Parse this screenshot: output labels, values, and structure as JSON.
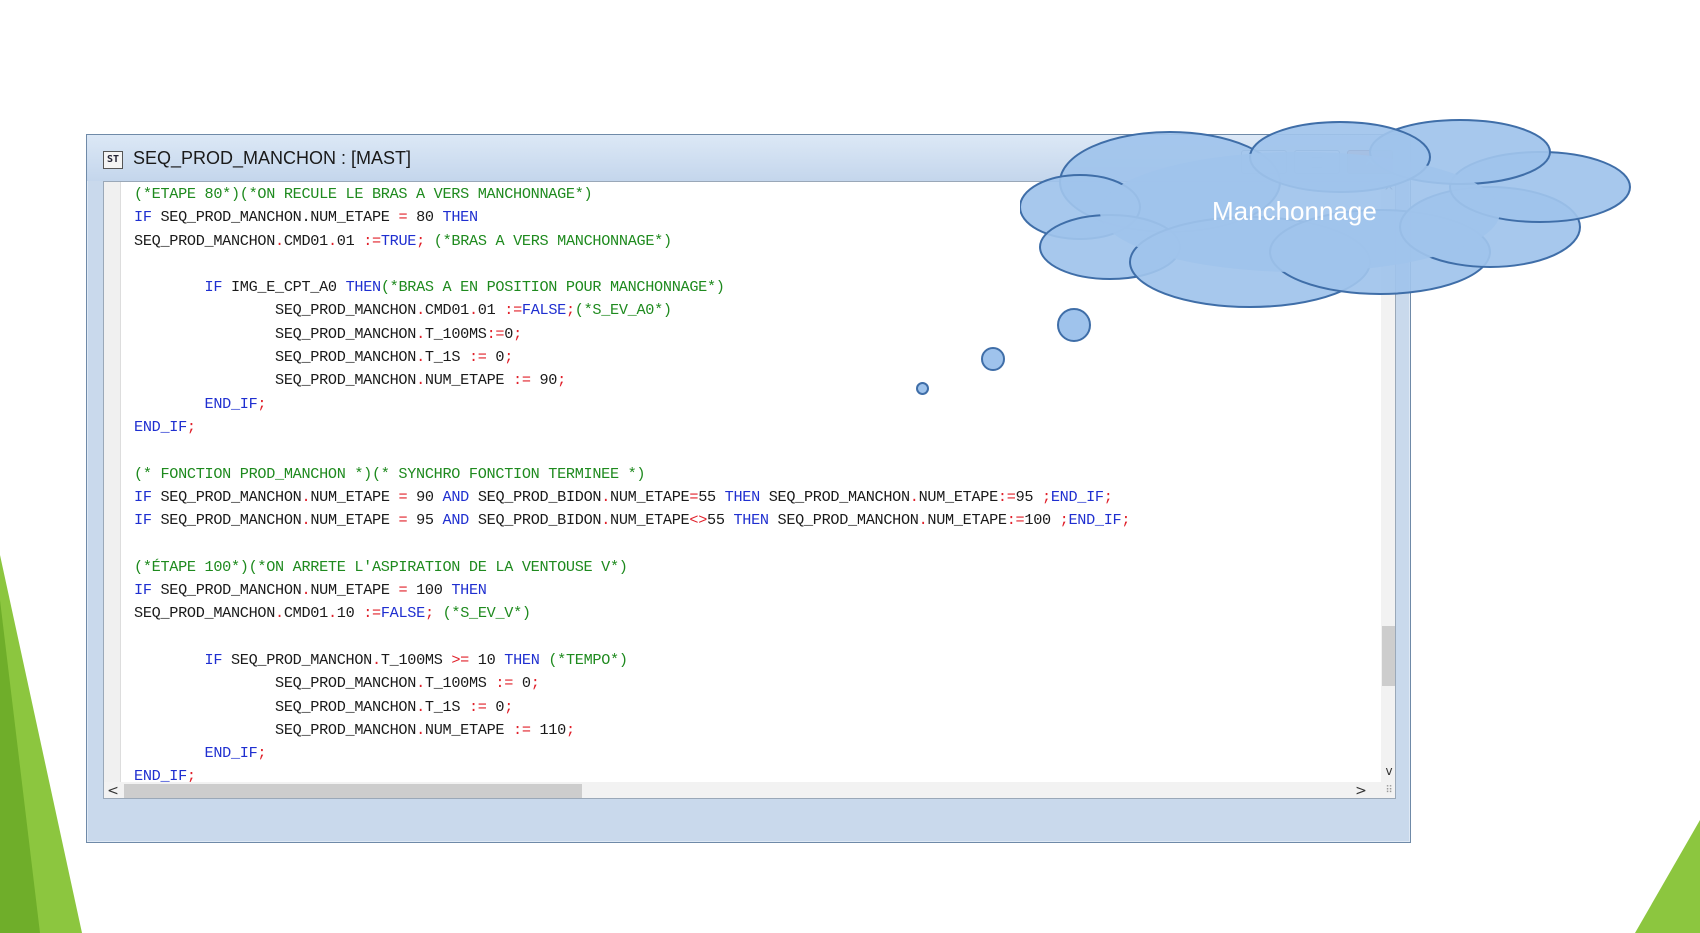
{
  "window": {
    "title": "SEQ_PROD_MANCHON : [MAST]",
    "icon_glyph": "ST",
    "buttons": {
      "minimize": "—",
      "maximize": "□",
      "close": "✕"
    }
  },
  "callout": {
    "label": "Manchonnage"
  },
  "scrollbars": {
    "up": "^",
    "down": "v",
    "left": "<",
    "right": ">",
    "grip": "⠿"
  },
  "colors": {
    "comment": "#1e8a1e",
    "keyword": "#1f2fd0",
    "operator": "#e0202a",
    "cloud": "#9fc3ec",
    "slide_accent": "#8cc63f"
  },
  "code_lines": [
    [
      {
        "t": "c",
        "v": "(*ETAPE 80*)(*ON RECULE LE BRAS A VERS MANCHONNAGE*)"
      }
    ],
    [
      {
        "t": "k",
        "v": "IF"
      },
      {
        "t": "i",
        "v": " SEQ_PROD_MANCHON.NUM_ETAPE "
      },
      {
        "t": "o",
        "v": "="
      },
      {
        "t": "i",
        "v": " 80 "
      },
      {
        "t": "k",
        "v": "THEN"
      }
    ],
    [
      {
        "t": "i",
        "v": "SEQ_PROD_MANCHON"
      },
      {
        "t": "o",
        "v": "."
      },
      {
        "t": "i",
        "v": "CMD01"
      },
      {
        "t": "o",
        "v": "."
      },
      {
        "t": "i",
        "v": "01 "
      },
      {
        "t": "o",
        "v": ":="
      },
      {
        "t": "k",
        "v": "TRUE"
      },
      {
        "t": "o",
        "v": ";"
      },
      {
        "t": "i",
        "v": " "
      },
      {
        "t": "c",
        "v": "(*BRAS A VERS MANCHONNAGE*)"
      }
    ],
    [],
    [
      {
        "t": "i",
        "v": "        "
      },
      {
        "t": "k",
        "v": "IF"
      },
      {
        "t": "i",
        "v": " IMG_E_CPT_A0 "
      },
      {
        "t": "k",
        "v": "THEN"
      },
      {
        "t": "c",
        "v": "(*BRAS A EN POSITION POUR MANCHONNAGE*)"
      }
    ],
    [
      {
        "t": "i",
        "v": "                SEQ_PROD_MANCHON"
      },
      {
        "t": "o",
        "v": "."
      },
      {
        "t": "i",
        "v": "CMD01"
      },
      {
        "t": "o",
        "v": "."
      },
      {
        "t": "i",
        "v": "01 "
      },
      {
        "t": "o",
        "v": ":="
      },
      {
        "t": "k",
        "v": "FALSE"
      },
      {
        "t": "o",
        "v": ";"
      },
      {
        "t": "c",
        "v": "(*S_EV_A0*)"
      }
    ],
    [
      {
        "t": "i",
        "v": "                SEQ_PROD_MANCHON"
      },
      {
        "t": "o",
        "v": "."
      },
      {
        "t": "i",
        "v": "T_100MS"
      },
      {
        "t": "o",
        "v": ":="
      },
      {
        "t": "i",
        "v": "0"
      },
      {
        "t": "o",
        "v": ";"
      }
    ],
    [
      {
        "t": "i",
        "v": "                SEQ_PROD_MANCHON"
      },
      {
        "t": "o",
        "v": "."
      },
      {
        "t": "i",
        "v": "T_1S "
      },
      {
        "t": "o",
        "v": ":="
      },
      {
        "t": "i",
        "v": " 0"
      },
      {
        "t": "o",
        "v": ";"
      }
    ],
    [
      {
        "t": "i",
        "v": "                SEQ_PROD_MANCHON"
      },
      {
        "t": "o",
        "v": "."
      },
      {
        "t": "i",
        "v": "NUM_ETAPE "
      },
      {
        "t": "o",
        "v": ":="
      },
      {
        "t": "i",
        "v": " 90"
      },
      {
        "t": "o",
        "v": ";"
      }
    ],
    [
      {
        "t": "i",
        "v": "        "
      },
      {
        "t": "k",
        "v": "END_IF"
      },
      {
        "t": "o",
        "v": ";"
      }
    ],
    [
      {
        "t": "k",
        "v": "END_IF"
      },
      {
        "t": "o",
        "v": ";"
      }
    ],
    [],
    [
      {
        "t": "c",
        "v": "(* FONCTION PROD_MANCHON *)(* SYNCHRO FONCTION TERMINEE *)"
      }
    ],
    [
      {
        "t": "k",
        "v": "IF"
      },
      {
        "t": "i",
        "v": " SEQ_PROD_MANCHON"
      },
      {
        "t": "o",
        "v": "."
      },
      {
        "t": "i",
        "v": "NUM_ETAPE "
      },
      {
        "t": "o",
        "v": "="
      },
      {
        "t": "i",
        "v": " 90 "
      },
      {
        "t": "k",
        "v": "AND"
      },
      {
        "t": "i",
        "v": " SEQ_PROD_BIDON"
      },
      {
        "t": "o",
        "v": "."
      },
      {
        "t": "i",
        "v": "NUM_ETAPE"
      },
      {
        "t": "o",
        "v": "="
      },
      {
        "t": "i",
        "v": "55 "
      },
      {
        "t": "k",
        "v": "THEN"
      },
      {
        "t": "i",
        "v": " SEQ_PROD_MANCHON"
      },
      {
        "t": "o",
        "v": "."
      },
      {
        "t": "i",
        "v": "NUM_ETAPE"
      },
      {
        "t": "o",
        "v": ":="
      },
      {
        "t": "i",
        "v": "95 "
      },
      {
        "t": "o",
        "v": ";"
      },
      {
        "t": "k",
        "v": "END_IF"
      },
      {
        "t": "o",
        "v": ";"
      }
    ],
    [
      {
        "t": "k",
        "v": "IF"
      },
      {
        "t": "i",
        "v": " SEQ_PROD_MANCHON"
      },
      {
        "t": "o",
        "v": "."
      },
      {
        "t": "i",
        "v": "NUM_ETAPE "
      },
      {
        "t": "o",
        "v": "="
      },
      {
        "t": "i",
        "v": " 95 "
      },
      {
        "t": "k",
        "v": "AND"
      },
      {
        "t": "i",
        "v": " SEQ_PROD_BIDON"
      },
      {
        "t": "o",
        "v": "."
      },
      {
        "t": "i",
        "v": "NUM_ETAPE"
      },
      {
        "t": "o",
        "v": "<>"
      },
      {
        "t": "i",
        "v": "55 "
      },
      {
        "t": "k",
        "v": "THEN"
      },
      {
        "t": "i",
        "v": " SEQ_PROD_MANCHON"
      },
      {
        "t": "o",
        "v": "."
      },
      {
        "t": "i",
        "v": "NUM_ETAPE"
      },
      {
        "t": "o",
        "v": ":="
      },
      {
        "t": "i",
        "v": "100 "
      },
      {
        "t": "o",
        "v": ";"
      },
      {
        "t": "k",
        "v": "END_IF"
      },
      {
        "t": "o",
        "v": ";"
      }
    ],
    [],
    [
      {
        "t": "c",
        "v": "(*ÉTAPE 100*)(*ON ARRETE L'ASPIRATION DE LA VENTOUSE V*)"
      }
    ],
    [
      {
        "t": "k",
        "v": "IF"
      },
      {
        "t": "i",
        "v": " SEQ_PROD_MANCHON"
      },
      {
        "t": "o",
        "v": "."
      },
      {
        "t": "i",
        "v": "NUM_ETAPE "
      },
      {
        "t": "o",
        "v": "="
      },
      {
        "t": "i",
        "v": " 100 "
      },
      {
        "t": "k",
        "v": "THEN"
      }
    ],
    [
      {
        "t": "i",
        "v": "SEQ_PROD_MANCHON"
      },
      {
        "t": "o",
        "v": "."
      },
      {
        "t": "i",
        "v": "CMD01"
      },
      {
        "t": "o",
        "v": "."
      },
      {
        "t": "i",
        "v": "10 "
      },
      {
        "t": "o",
        "v": ":="
      },
      {
        "t": "k",
        "v": "FALSE"
      },
      {
        "t": "o",
        "v": ";"
      },
      {
        "t": "i",
        "v": " "
      },
      {
        "t": "c",
        "v": "(*S_EV_V*)"
      }
    ],
    [],
    [
      {
        "t": "i",
        "v": "        "
      },
      {
        "t": "k",
        "v": "IF"
      },
      {
        "t": "i",
        "v": " SEQ_PROD_MANCHON"
      },
      {
        "t": "o",
        "v": "."
      },
      {
        "t": "i",
        "v": "T_100MS "
      },
      {
        "t": "o",
        "v": ">="
      },
      {
        "t": "i",
        "v": " 10 "
      },
      {
        "t": "k",
        "v": "THEN"
      },
      {
        "t": "i",
        "v": " "
      },
      {
        "t": "c",
        "v": "(*TEMPO*)"
      }
    ],
    [
      {
        "t": "i",
        "v": "                SEQ_PROD_MANCHON"
      },
      {
        "t": "o",
        "v": "."
      },
      {
        "t": "i",
        "v": "T_100MS "
      },
      {
        "t": "o",
        "v": ":="
      },
      {
        "t": "i",
        "v": " 0"
      },
      {
        "t": "o",
        "v": ";"
      }
    ],
    [
      {
        "t": "i",
        "v": "                SEQ_PROD_MANCHON"
      },
      {
        "t": "o",
        "v": "."
      },
      {
        "t": "i",
        "v": "T_1S "
      },
      {
        "t": "o",
        "v": ":="
      },
      {
        "t": "i",
        "v": " 0"
      },
      {
        "t": "o",
        "v": ";"
      }
    ],
    [
      {
        "t": "i",
        "v": "                SEQ_PROD_MANCHON"
      },
      {
        "t": "o",
        "v": "."
      },
      {
        "t": "i",
        "v": "NUM_ETAPE "
      },
      {
        "t": "o",
        "v": ":="
      },
      {
        "t": "i",
        "v": " 110"
      },
      {
        "t": "o",
        "v": ";"
      }
    ],
    [
      {
        "t": "i",
        "v": "        "
      },
      {
        "t": "k",
        "v": "END_IF"
      },
      {
        "t": "o",
        "v": ";"
      }
    ],
    [
      {
        "t": "k",
        "v": "END_IF"
      },
      {
        "t": "o",
        "v": ";"
      }
    ]
  ]
}
